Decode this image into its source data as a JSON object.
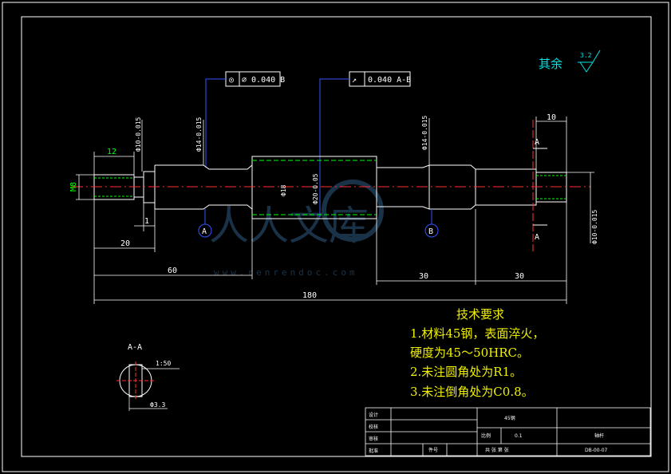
{
  "roughness": {
    "label": "其余",
    "value": "3.2"
  },
  "tolerance_frames": [
    {
      "symbol": "◎",
      "text": "⌀ 0.040 B"
    },
    {
      "symbol": "↗",
      "text": "0.040 A-B"
    }
  ],
  "datums": [
    "A",
    "B"
  ],
  "dimensions": {
    "thread_length": "12",
    "thread": "M8",
    "groove": "1",
    "left_step": "20",
    "to_collar": "60",
    "collar_right": "30",
    "right_end": "30",
    "total": "180",
    "right_top": "10"
  },
  "vertical_dims": {
    "d1": "Ф10-0.015",
    "d2": "Ф14-0.015",
    "d3": "Ф18",
    "d4": "Ф20-0.05",
    "d5": "Ф14-0.015",
    "d6": "Ф10-0.015"
  },
  "section": {
    "label": "A-A",
    "taper": "1:50",
    "dia": "Ф3.3",
    "cut_label": "A"
  },
  "tech_requirements": {
    "title": "技术要求",
    "items": [
      "1.材料45钢，表面淬火，",
      "硬度为45～50HRC。",
      "2.未注圆角处为R1。",
      "3.未注倒角处为C0.8。"
    ]
  },
  "watermark": {
    "text": "人人文库",
    "url": "www.renrendoc.com"
  },
  "title_block": {
    "material": "45钢",
    "scale_label": "比例",
    "scale_value": "0.1",
    "part_name": "轴杆",
    "rows": [
      "设计",
      "校核",
      "审核",
      "批准"
    ],
    "footer": "共  张 第  张",
    "drawing_no": "DB-00-07",
    "qty_label": "件号"
  }
}
